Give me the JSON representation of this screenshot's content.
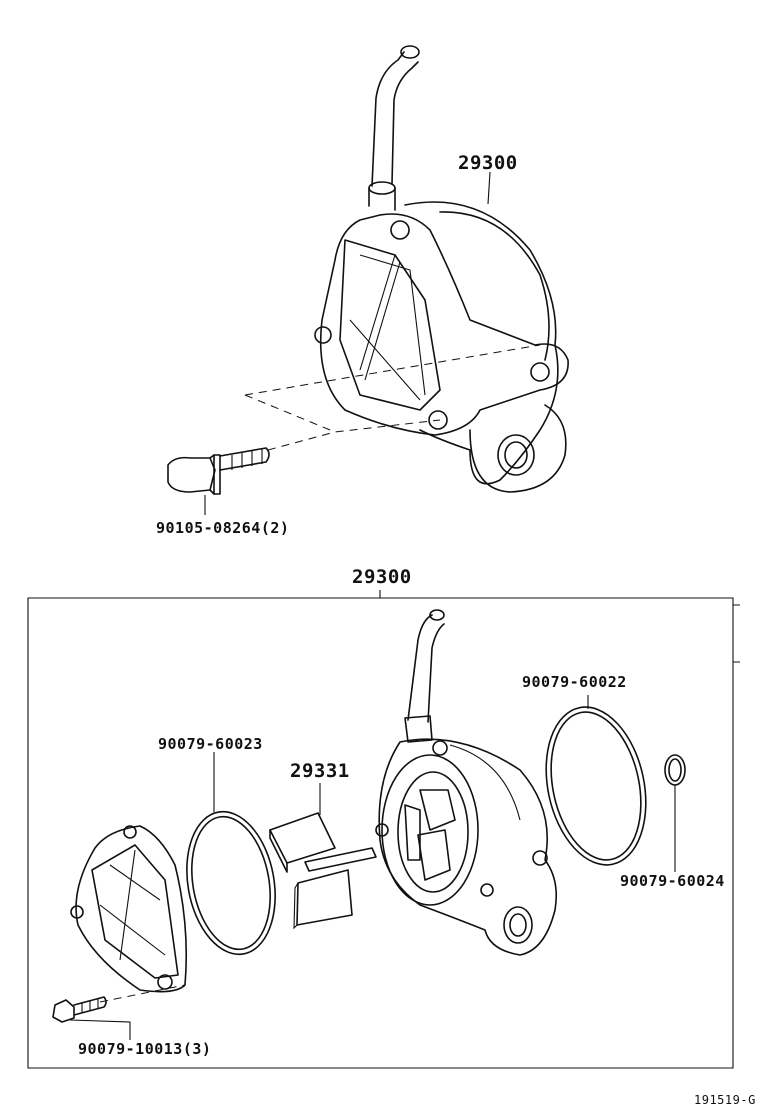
{
  "labels": {
    "pump_top": "29300",
    "bolt_top": "90105-08264(2)",
    "kit_header": "29300",
    "oring_large_right": "90079-60022",
    "oring_large_left": "90079-60023",
    "vane_kit": "29331",
    "oring_small": "90079-60024",
    "screw": "90079-10013(3)"
  },
  "footer": {
    "diagram_code": "191519-G"
  }
}
